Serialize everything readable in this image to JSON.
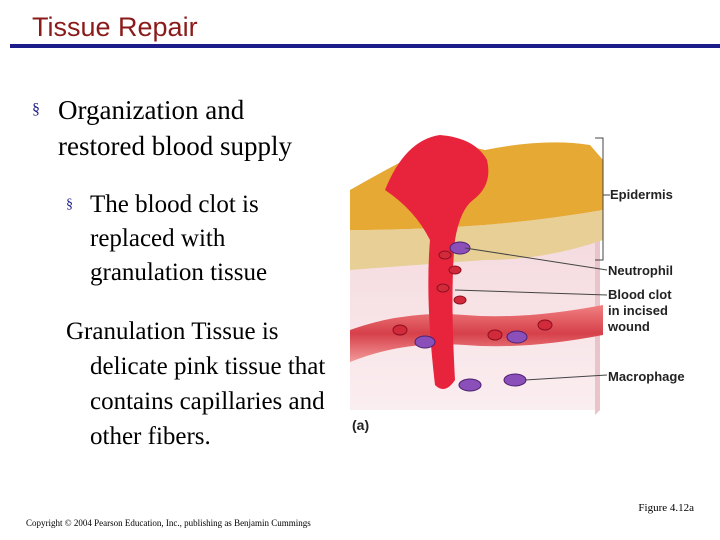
{
  "slide": {
    "title": "Tissue Repair",
    "bullet_mark": "§",
    "bullet1": "Organization and restored blood supply",
    "bullet2": "The blood clot is replaced with granulation tissue",
    "paragraph": "Granulation Tissue is delicate pink tissue that contains capillaries and other fibers.",
    "accent_color": "#1c1c8a",
    "title_color": "#8b1a1a"
  },
  "figure": {
    "labels": {
      "epidermis": "Epidermis",
      "neutrophil": "Neutrophil",
      "blood_clot_line1": "Blood clot",
      "blood_clot_line2": "in incised",
      "blood_clot_line3": "wound",
      "macrophage": "Macrophage"
    },
    "panel_letter": "(a)",
    "caption": "Figure 4.12a"
  },
  "footer": {
    "copyright": "Copyright © 2004 Pearson Education, Inc., publishing as Benjamin Cummings"
  }
}
